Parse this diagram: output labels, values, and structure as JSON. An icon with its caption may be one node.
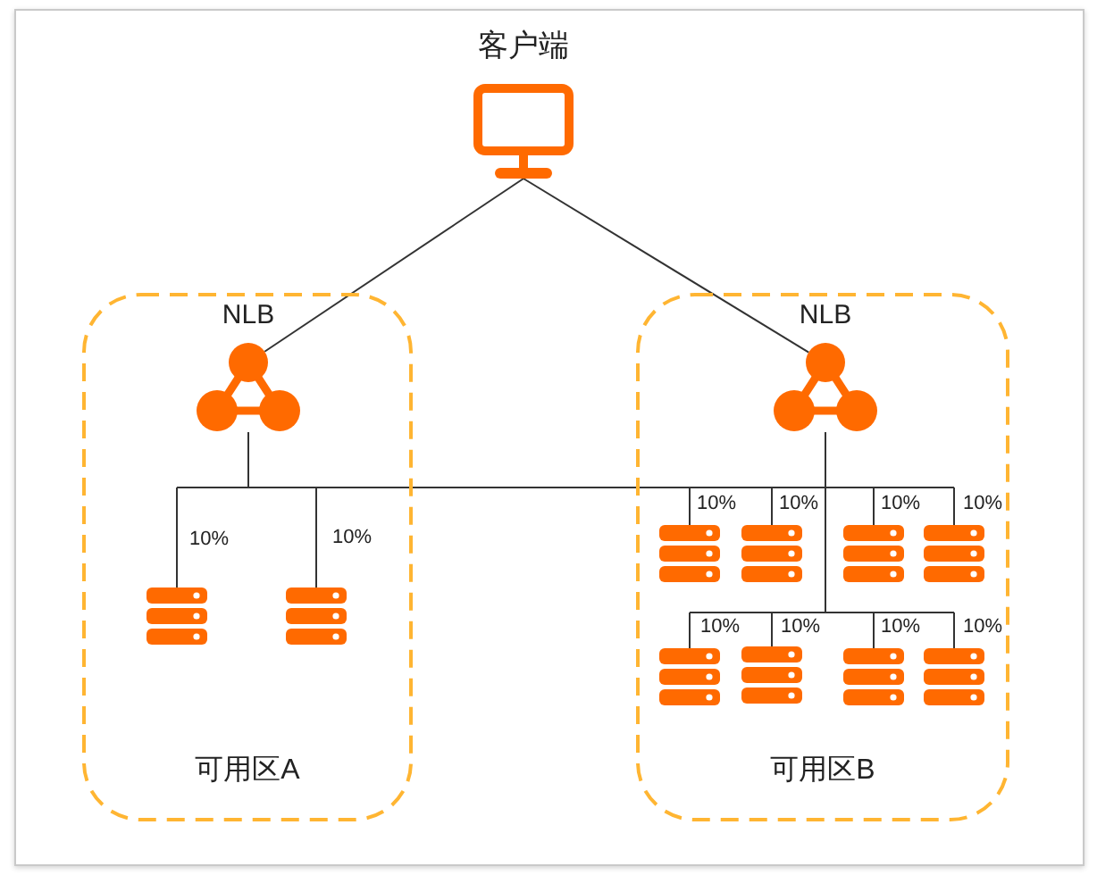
{
  "diagram": {
    "nodes": [
      {
        "text": [],
        "shape": "monitor",
        "beside": [
          "客户端"
        ]
      },
      {
        "text": [
          "可用区A"
        ]
      },
      {
        "text": [],
        "shape": "picture",
        "beside": [
          "NLB"
        ],
        "in": 1
      },
      {
        "text": [],
        "shape": "picture",
        "in": 1
      },
      {
        "text": [],
        "shape": "picture",
        "in": 1
      },
      {
        "text": [
          "可用区B"
        ]
      },
      {
        "text": [],
        "shape": "picture",
        "beside": [
          "NLB"
        ],
        "in": 5
      },
      {
        "text": [],
        "shape": "picture",
        "in": 5
      },
      {
        "text": [],
        "shape": "picture",
        "in": 5
      },
      {
        "text": [],
        "shape": "picture",
        "in": 5
      },
      {
        "text": [],
        "shape": "picture",
        "in": 5
      },
      {
        "text": [],
        "shape": "picture",
        "in": 5
      },
      {
        "text": [],
        "shape": "picture",
        "in": 5
      },
      {
        "text": [],
        "shape": "picture",
        "in": 5
      },
      {
        "text": [],
        "shape": "picture",
        "in": 5
      }
    ],
    "edges": [
      {
        "from": 0,
        "to": 2,
        "arrow": "none"
      },
      {
        "from": 0,
        "to": 6,
        "arrow": "none"
      },
      {
        "from": 2,
        "to": 3,
        "arrow": "none",
        "label": "10%"
      },
      {
        "from": 2,
        "to": 4,
        "arrow": "none",
        "label": "10%"
      },
      {
        "from": 2,
        "to": 7,
        "arrow": "none",
        "label": "10%"
      },
      {
        "from": 2,
        "to": 8,
        "arrow": "none",
        "label": "10%"
      },
      {
        "from": 2,
        "to": 9,
        "arrow": "none",
        "label": "10%"
      },
      {
        "from": 2,
        "to": 10,
        "arrow": "none",
        "label": "10%"
      },
      {
        "from": 6,
        "to": 11,
        "arrow": "none",
        "label": "10%"
      },
      {
        "from": 6,
        "to": 12,
        "arrow": "none",
        "label": "10%"
      },
      {
        "from": 6,
        "to": 13,
        "arrow": "none",
        "label": "10%"
      },
      {
        "from": 6,
        "to": 14,
        "arrow": "none",
        "label": "10%"
      }
    ]
  }
}
